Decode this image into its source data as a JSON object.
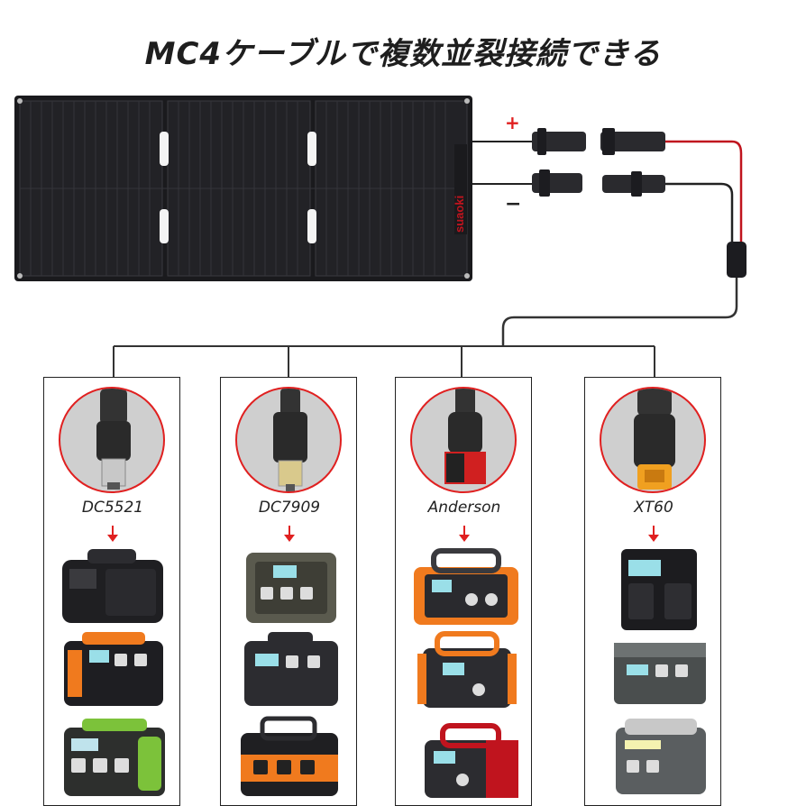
{
  "title": "MC4ケーブルで複数並裂接続できる",
  "panel": {
    "brand_text": "suaoki",
    "positive_sign": "+",
    "negative_sign": "−"
  },
  "columns": [
    {
      "connector": "DC5521"
    },
    {
      "connector": "DC7909"
    },
    {
      "connector": "Anderson"
    },
    {
      "connector": "XT60"
    }
  ],
  "colors": {
    "accent_red": "#e02020",
    "panel_black": "#1a1a1d",
    "cable_red": "#c0141e",
    "orange": "#f07a1e",
    "green": "#7cc23a"
  },
  "icons": {
    "power_station": "power-station-icon",
    "connector_plug": "plug-icon"
  }
}
